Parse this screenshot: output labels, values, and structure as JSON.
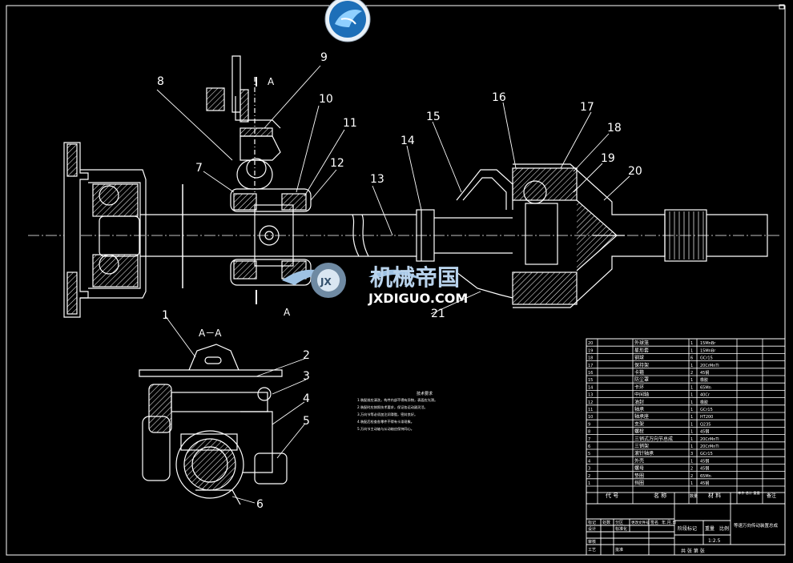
{
  "drawing": {
    "section_label": "A",
    "section_view_label": "A－A",
    "balloons_main": [
      "1",
      "2",
      "3",
      "4",
      "5",
      "6",
      "7",
      "8",
      "9",
      "10",
      "11",
      "12",
      "13",
      "14",
      "15",
      "16",
      "17",
      "18",
      "19",
      "20",
      "21"
    ]
  },
  "watermark": {
    "brand_cn": "机械帝国",
    "brand_en": "JXDIGUO.COM",
    "logo_text": "JX"
  },
  "notes": {
    "title": "技术要求",
    "lines": [
      "1.装配前应清洗，构件内部不得有异物，表面应光滑。",
      "2.装配时应按照技术要求，保证各运动副灵活。",
      "3.万向节等必须加注润滑脂，密封良好。",
      "4.装配后检查各零件不得有卡滞现象。",
      "5.万向节主动轴与从动轴应保持同心。"
    ]
  },
  "bom": {
    "rows": [
      {
        "no": "20",
        "name": "外球笼",
        "qty": "1",
        "material": "15MnBr"
      },
      {
        "no": "19",
        "name": "星形套",
        "qty": "1",
        "material": "15MnBr"
      },
      {
        "no": "18",
        "name": "钢球",
        "qty": "6",
        "material": "GCr15"
      },
      {
        "no": "17",
        "name": "保持架",
        "qty": "1",
        "material": "20CrMnTi"
      },
      {
        "no": "16",
        "name": "卡箍",
        "qty": "2",
        "material": "45钢"
      },
      {
        "no": "15",
        "name": "防尘罩",
        "qty": "1",
        "material": "橡胶"
      },
      {
        "no": "14",
        "name": "卡环",
        "qty": "1",
        "material": "65Mn"
      },
      {
        "no": "13",
        "name": "中间轴",
        "qty": "1",
        "material": "40Cr"
      },
      {
        "no": "12",
        "name": "油封",
        "qty": "1",
        "material": "橡胶"
      },
      {
        "no": "11",
        "name": "轴承",
        "qty": "1",
        "material": "GCr15"
      },
      {
        "no": "10",
        "name": "轴承座",
        "qty": "1",
        "material": "HT200"
      },
      {
        "no": "9",
        "name": "支架",
        "qty": "1",
        "material": "Q235"
      },
      {
        "no": "8",
        "name": "螺栓",
        "qty": "1",
        "material": "45钢"
      },
      {
        "no": "7",
        "name": "三销式万向节总成",
        "qty": "1",
        "material": "20CrMnTi"
      },
      {
        "no": "6",
        "name": "三销架",
        "qty": "1",
        "material": "20CrMnTi"
      },
      {
        "no": "5",
        "name": "滚针轴承",
        "qty": "3",
        "material": "GCr15"
      },
      {
        "no": "4",
        "name": "外壳",
        "qty": "1",
        "material": "45钢"
      },
      {
        "no": "3",
        "name": "螺母",
        "qty": "2",
        "material": "45钢"
      },
      {
        "no": "2",
        "name": "垫圈",
        "qty": "2",
        "material": "65Mn"
      },
      {
        "no": "1",
        "name": "挡圈",
        "qty": "1",
        "material": "45钢"
      }
    ],
    "header": {
      "no": "代 号",
      "name": "名 称",
      "qty": "数量",
      "material": "材 料",
      "weight": "单件 总计 重量",
      "remark": "备注"
    }
  },
  "title_block": {
    "drawing_title": "等速万向传动装置总成",
    "stage_mark": "阶段标记",
    "weight": "重量",
    "scale_label": "比例",
    "scale": "1:2.5",
    "sheets": "共 张 第 张",
    "marks": "标记",
    "count": "处数",
    "zone": "分区",
    "change_doc": "更改文件号",
    "signature": "签名",
    "date": "年.月.日",
    "designer": "设计",
    "standard": "标准化",
    "review": "审核",
    "process": "工艺",
    "approve": "批准"
  }
}
